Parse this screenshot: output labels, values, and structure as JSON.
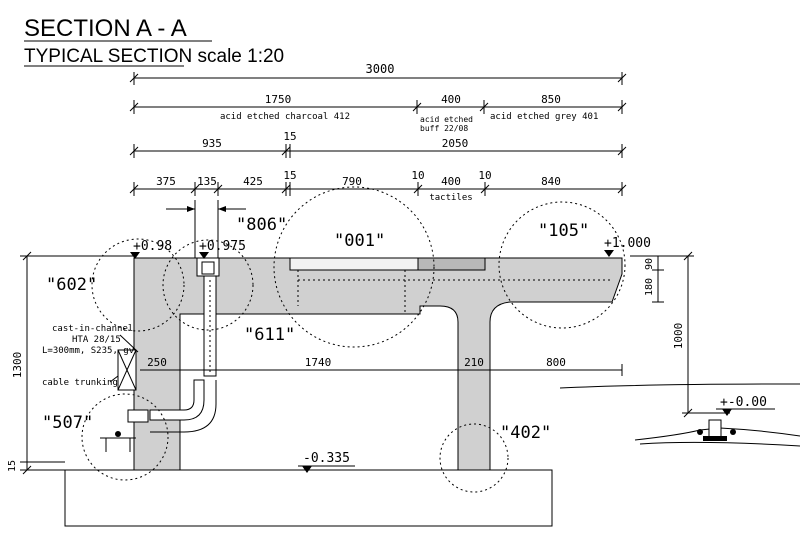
{
  "heading": {
    "title": "SECTION  A - A",
    "subtitle": "TYPICAL SECTION   scale 1:20"
  },
  "dimensions": {
    "overall": "3000",
    "row1": [
      "1750",
      "400",
      "850"
    ],
    "row1_notes": [
      "acid etched  charcoal 412",
      "acid etched",
      "buff 22/08",
      "acid etched  grey 401"
    ],
    "row2": [
      "935",
      "15",
      "2050"
    ],
    "row3": [
      "375",
      "135",
      "425",
      "15",
      "790",
      "10",
      "400",
      "10",
      "840"
    ],
    "tactiles": "tactiles",
    "lower": [
      "250",
      "1740",
      "210",
      "800"
    ],
    "left_height": "1300",
    "left_small": "15",
    "right_height": "1000",
    "right_small": [
      "90",
      "180"
    ]
  },
  "levels": {
    "top_left": "+0.98",
    "top_mid": "+0.975",
    "top_right": "+1.000",
    "base": "-0.335",
    "rail": "+-0.00"
  },
  "details": {
    "d602": "\"602\"",
    "d806": "\"806\"",
    "d001": "\"001\"",
    "d105": "\"105\"",
    "d611": "\"611\"",
    "d507": "\"507\"",
    "d402": "\"402\""
  },
  "notes": {
    "channel": [
      "cast-in-channel",
      "HTA 28/15",
      "L=300mm, S235, gv"
    ],
    "cable": "cable trunking"
  }
}
